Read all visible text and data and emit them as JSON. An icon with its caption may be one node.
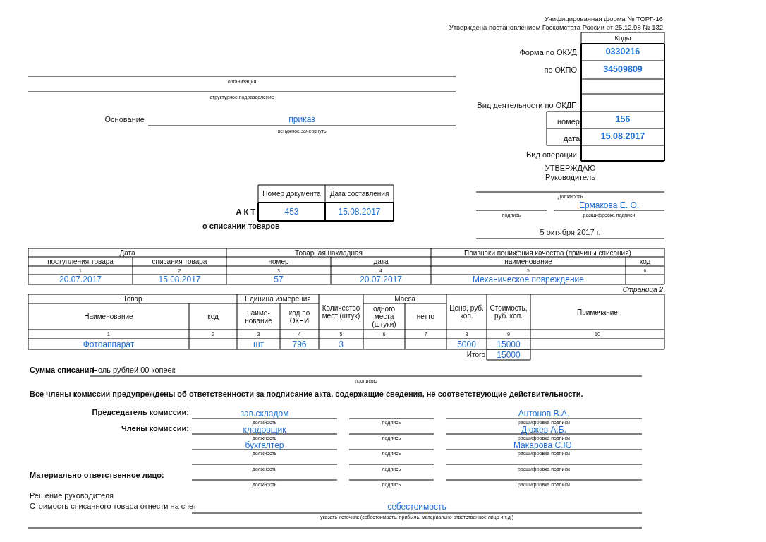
{
  "diagram": {
    "labels": [
      "Унифицированная форма № ТОРГ-16",
      "Утверждена постановлением Госкомстата России от 25.12.98 № 132",
      "Коды",
      "Форма по ОКУД",
      "0330216",
      "по ОКПО",
      "34509809",
      "организация",
      "структурное подразделение",
      "Вид деятельности по ОКДП",
      "Основание",
      "приказ",
      "ненужное зачеркнуть",
      "номер",
      "156",
      "дата",
      "15.08.2017",
      "Вид операции",
      "УТВЕРЖДАЮ",
      "Руководитель",
      "Должность",
      "подпись",
      "Ермакова Е. О.",
      "расшифровка подписи",
      "5 октября 2017 г.",
      "Номер документа",
      "Дата составления",
      "А К Т",
      "453",
      "15.08.2017",
      "о списании товаров",
      "Дата",
      "Товарная накладная",
      "Признаки понижения качества (причины списания)",
      "поступления товара",
      "списания товара",
      "номер",
      "дата",
      "наименование",
      "код",
      "1",
      "2",
      "3",
      "4",
      "5",
      "6",
      "20.07.2017",
      "15.08.2017",
      "57",
      "20.07.2017",
      "Механическое повреждение",
      "Страница 2",
      "Товар",
      "Единица измерения",
      "Количество мест (штук)",
      "Масса",
      "Цена, руб. коп.",
      "Стоимость, руб. коп.",
      "Примечание",
      "Наименование",
      "код",
      "наиме-нование",
      "код по ОКЕИ",
      "одного места (штуки)",
      "нетто",
      "1",
      "2",
      "3",
      "4",
      "5",
      "6",
      "7",
      "8",
      "9",
      "10",
      "Фотоаппарат",
      "шт",
      "796",
      "3",
      "5000",
      "15000",
      "Итого",
      "15000",
      "Сумма списания",
      "Ноль рублей 00 копеек",
      "прописью",
      "Все члены комиссии предупреждены об ответственности за подписание акта, содержащие сведения, не соответствующие действительности.",
      "Председатель комиссии:",
      "зав.складом",
      "Антонов В.А.",
      "должность",
      "подпись",
      "расшифровка подписи",
      "Члены комиссии:",
      "кладовщик",
      "Дюжев А.Б.",
      "должность",
      "подпись",
      "расшифровка подписи",
      "бухгалтер",
      "Макарова С.Ю.",
      "должность",
      "подпись",
      "расшифровка подписи",
      "должность",
      "подпись",
      "расшифровка подписи",
      "Материально ответственное лицо:",
      "должность",
      "подпись",
      "расшифровка подписи",
      "Решение руководителя",
      "Стоимость списанного товара отнести на счет",
      "себестоимость",
      "указать источник (себестоимость, прибыль, материально ответственное лицо и т.д.)"
    ]
  }
}
